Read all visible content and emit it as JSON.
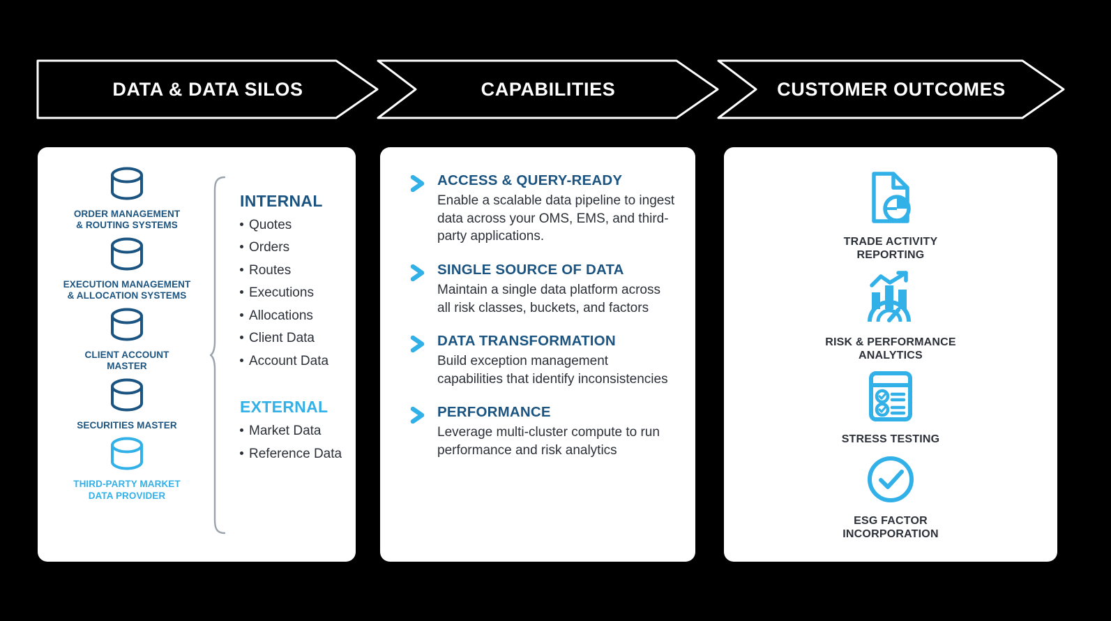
{
  "theme": {
    "background": "#000000",
    "card_background": "#ffffff",
    "dark_blue": "#1b5480",
    "light_blue": "#32b0e8",
    "body_text": "#2b3038",
    "banner_stroke": "#ffffff",
    "brace_stroke": "#9aa3ab"
  },
  "banners": [
    {
      "label": "DATA & DATA SILOS"
    },
    {
      "label": "CAPABILITIES"
    },
    {
      "label": "CUSTOMER OUTCOMES"
    }
  ],
  "silos": {
    "items": [
      {
        "icon": "database-cylinder-icon",
        "label": "ORDER MANAGEMENT\n& ROUTING SYSTEMS",
        "color": "#1b5480"
      },
      {
        "icon": "database-cylinder-icon",
        "label": "EXECUTION MANAGEMENT\n& ALLOCATION SYSTEMS",
        "color": "#1b5480"
      },
      {
        "icon": "database-cylinder-icon",
        "label": "CLIENT ACCOUNT\nMASTER",
        "color": "#1b5480"
      },
      {
        "icon": "database-cylinder-icon",
        "label": "SECURITIES MASTER",
        "color": "#1b5480"
      },
      {
        "icon": "database-cylinder-icon",
        "label": "THIRD-PARTY MARKET\nDATA PROVIDER",
        "color": "#32b0e8"
      }
    ],
    "brace_icon": "curly-brace-icon",
    "internal": {
      "heading": "INTERNAL",
      "items": [
        "Quotes",
        "Orders",
        "Routes",
        "Executions",
        "Allocations",
        "Client Data",
        "Account Data"
      ]
    },
    "external": {
      "heading": "EXTERNAL",
      "items": [
        "Market Data",
        "Reference Data"
      ]
    }
  },
  "capabilities": {
    "bullet_icon": "chevron-right-icon",
    "items": [
      {
        "title": "ACCESS & QUERY-READY",
        "description": "Enable a scalable data pipeline to ingest data across your OMS, EMS, and third-party applications."
      },
      {
        "title": "SINGLE SOURCE OF DATA",
        "description": "Maintain a single data platform across all risk classes, buckets, and factors"
      },
      {
        "title": "DATA TRANSFORMATION",
        "description": "Build exception management capabilities that identify inconsistencies"
      },
      {
        "title": "PERFORMANCE",
        "description": "Leverage multi-cluster compute to run performance and risk analytics"
      }
    ]
  },
  "outcomes": {
    "items": [
      {
        "icon": "document-pie-chart-icon",
        "label": "TRADE ACTIVITY\nREPORTING"
      },
      {
        "icon": "bar-chart-gauge-icon",
        "label": "RISK & PERFORMANCE\nANALYTICS"
      },
      {
        "icon": "checklist-clipboard-icon",
        "label": "STRESS TESTING"
      },
      {
        "icon": "check-circle-icon",
        "label": "ESG FACTOR\nINCORPORATION"
      }
    ]
  }
}
